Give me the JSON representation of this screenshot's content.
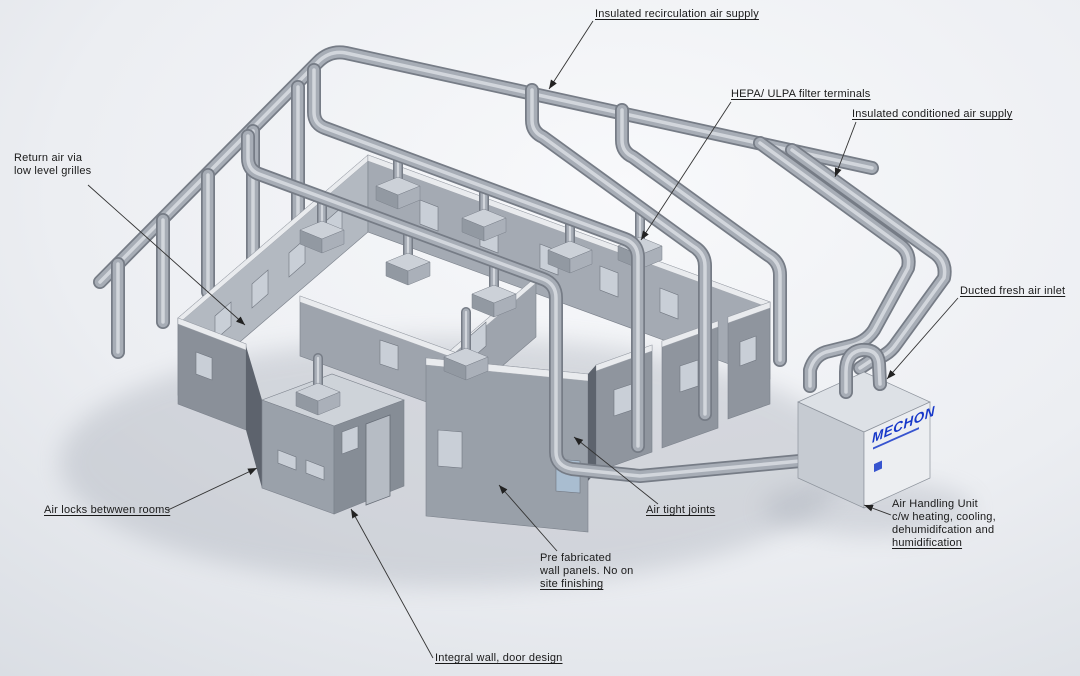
{
  "annotations": {
    "recirculation_supply": {
      "text": "Insulated recirculation air supply"
    },
    "hepa_filters": {
      "text": "HEPA/ ULPA filter terminals"
    },
    "conditioned_supply": {
      "text": "Insulated conditioned air supply"
    },
    "return_air": {
      "line1": "Return air via",
      "line2": "low level grilles"
    },
    "fresh_air_inlet": {
      "text": "Ducted fresh air inlet"
    },
    "air_locks": {
      "text": "Air locks betwwen rooms"
    },
    "air_tight_joints": {
      "text": "Air tight joints"
    },
    "wall_panels": {
      "line1": "Pre fabricated",
      "line2": "wall panels. No on",
      "line3": "site finishing"
    },
    "integral_wall": {
      "text": "Integral wall, door design"
    },
    "air_handling_unit": {
      "line1": "Air Handling Unit",
      "line2": "c/w heating, cooling,",
      "line3": "dehumidifcation and",
      "line4": "humidification"
    }
  },
  "ahu": {
    "brand": "MECHON"
  },
  "colors": {
    "brand_blue": "#1738c9",
    "pipe_gray": "#a7adb6",
    "wall_gray": "#a4aab3",
    "annotation_text": "#1a1a1a",
    "leader_line": "#333333"
  }
}
